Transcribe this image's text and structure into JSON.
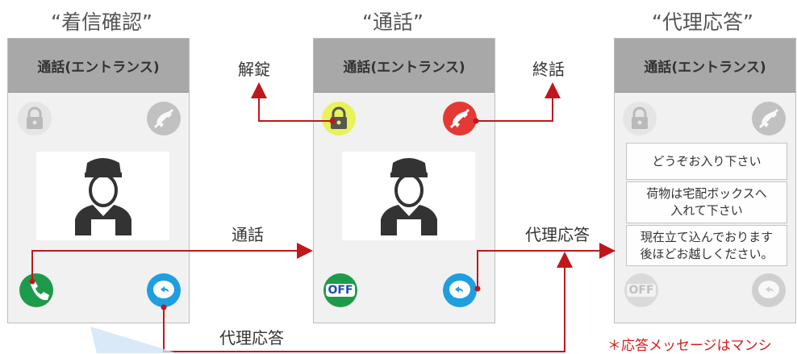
{
  "screens": [
    {
      "title": "“着信確認”",
      "header": "通話(エントランス)"
    },
    {
      "title": "“通話”",
      "header": "通話(エントランス)"
    },
    {
      "title": "“代理応答”",
      "header": "通話(エントランス)"
    }
  ],
  "labels": {
    "unlock": "解錠",
    "hangup": "終話",
    "call": "通話",
    "proxy_right": "代理応答",
    "proxy_bottom": "代理応答"
  },
  "messages": [
    "どうぞお入り下さい",
    "荷物は宅配ボックスへ",
    "入れて下さい",
    "現在立て込んでおります",
    "後ほどお越しください。"
  ],
  "off_label": "OFF",
  "note": "＊応答メッセージはマンシ",
  "colors": {
    "arrow": "#c0171d",
    "green": "#1e9b4a",
    "blue": "#1f9ee0",
    "red": "#e53935",
    "lock_active": "#e8f25a"
  },
  "icons": [
    "lock-icon",
    "phone-hangup-icon",
    "person-icon",
    "phone-answer-icon",
    "proxy-reply-icon",
    "off-icon"
  ]
}
